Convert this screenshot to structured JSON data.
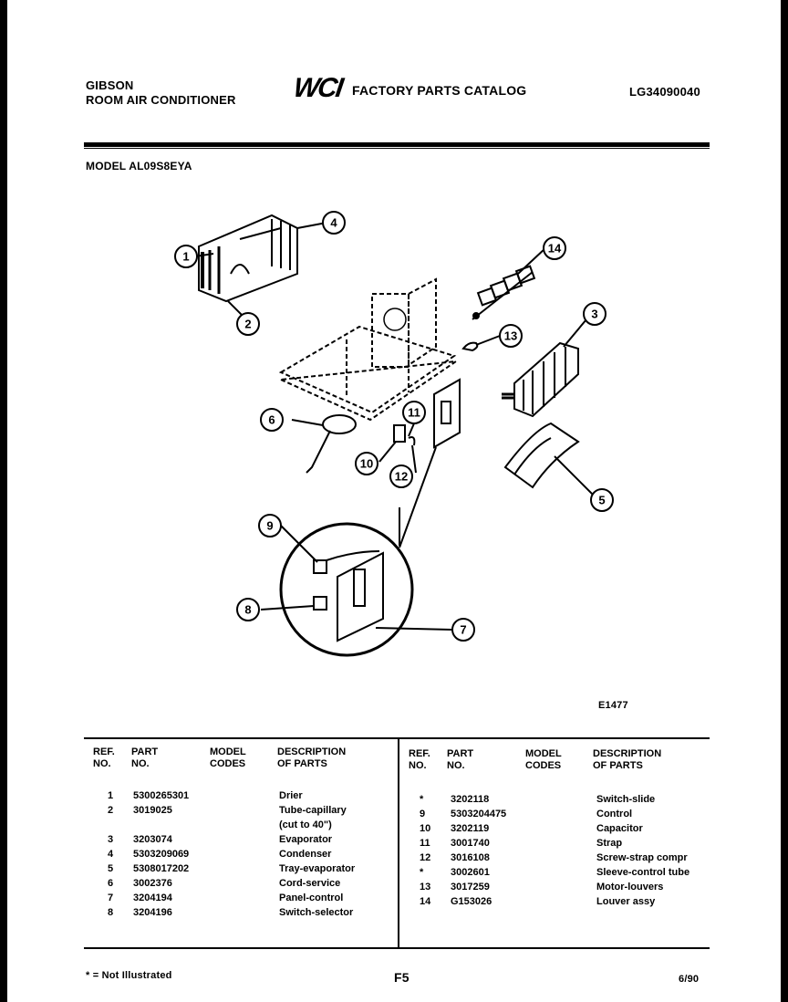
{
  "header": {
    "brand": "GIBSON",
    "product": "ROOM AIR CONDITIONER",
    "logo": "WCI",
    "catalog_title": "FACTORY PARTS CATALOG",
    "catalog_number": "LG34090040",
    "model": "MODEL AL09S8EYA"
  },
  "diagram": {
    "callouts": [
      "1",
      "2",
      "3",
      "4",
      "5",
      "6",
      "7",
      "8",
      "9",
      "10",
      "11",
      "12",
      "13",
      "14"
    ],
    "figure_number": "E1477"
  },
  "table": {
    "headers": {
      "ref_no": [
        "REF.",
        "NO."
      ],
      "part_no": [
        "PART",
        "NO."
      ],
      "model_codes": [
        "MODEL",
        "CODES"
      ],
      "description": [
        "DESCRIPTION",
        "OF PARTS"
      ]
    },
    "left": [
      {
        "ref": "1",
        "part": "5300265301",
        "desc": "Drier"
      },
      {
        "ref": "2",
        "part": "3019025",
        "desc": "Tube-capillary"
      },
      {
        "ref": "",
        "part": "",
        "desc": "(cut to 40\")"
      },
      {
        "ref": "3",
        "part": "3203074",
        "desc": "Evaporator"
      },
      {
        "ref": "4",
        "part": "5303209069",
        "desc": "Condenser"
      },
      {
        "ref": "5",
        "part": "5308017202",
        "desc": "Tray-evaporator"
      },
      {
        "ref": "6",
        "part": "3002376",
        "desc": "Cord-service"
      },
      {
        "ref": "7",
        "part": "3204194",
        "desc": "Panel-control"
      },
      {
        "ref": "8",
        "part": "3204196",
        "desc": "Switch-selector"
      }
    ],
    "right": [
      {
        "ref": "*",
        "part": "3202118",
        "desc": "Switch-slide"
      },
      {
        "ref": "9",
        "part": "5303204475",
        "desc": "Control"
      },
      {
        "ref": "10",
        "part": "3202119",
        "desc": "Capacitor"
      },
      {
        "ref": "11",
        "part": "3001740",
        "desc": "Strap"
      },
      {
        "ref": "12",
        "part": "3016108",
        "desc": "Screw-strap compr"
      },
      {
        "ref": "*",
        "part": "3002601",
        "desc": "Sleeve-control tube"
      },
      {
        "ref": "13",
        "part": "3017259",
        "desc": "Motor-louvers"
      },
      {
        "ref": "14",
        "part": "G153026",
        "desc": "Louver assy"
      }
    ]
  },
  "footer": {
    "note": "* = Not Illustrated",
    "page": "F5",
    "date": "6/90"
  }
}
